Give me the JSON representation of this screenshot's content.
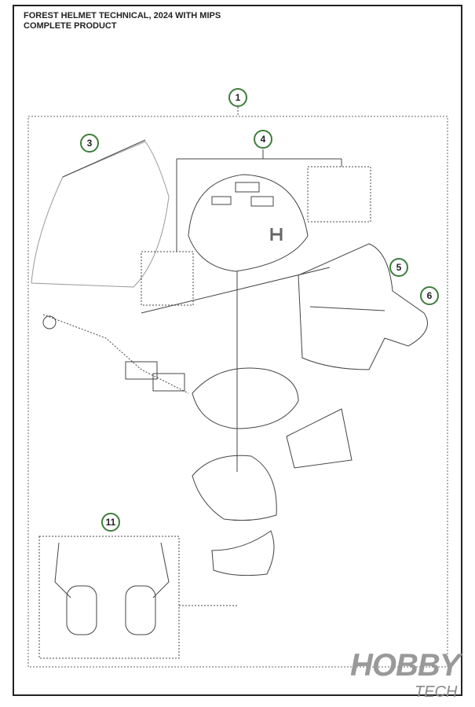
{
  "title": {
    "line1": "FOREST HELMET TECHNICAL, 2024 WITH MIPS",
    "line2": "COMPLETE PRODUCT"
  },
  "callouts": [
    "1",
    "3",
    "4",
    "5",
    "6",
    "11"
  ],
  "watermark": {
    "main": "HOBBY",
    "sub": "TECH"
  },
  "colors": {
    "callout_ring": "#3d7d3a",
    "line": "#333333"
  }
}
